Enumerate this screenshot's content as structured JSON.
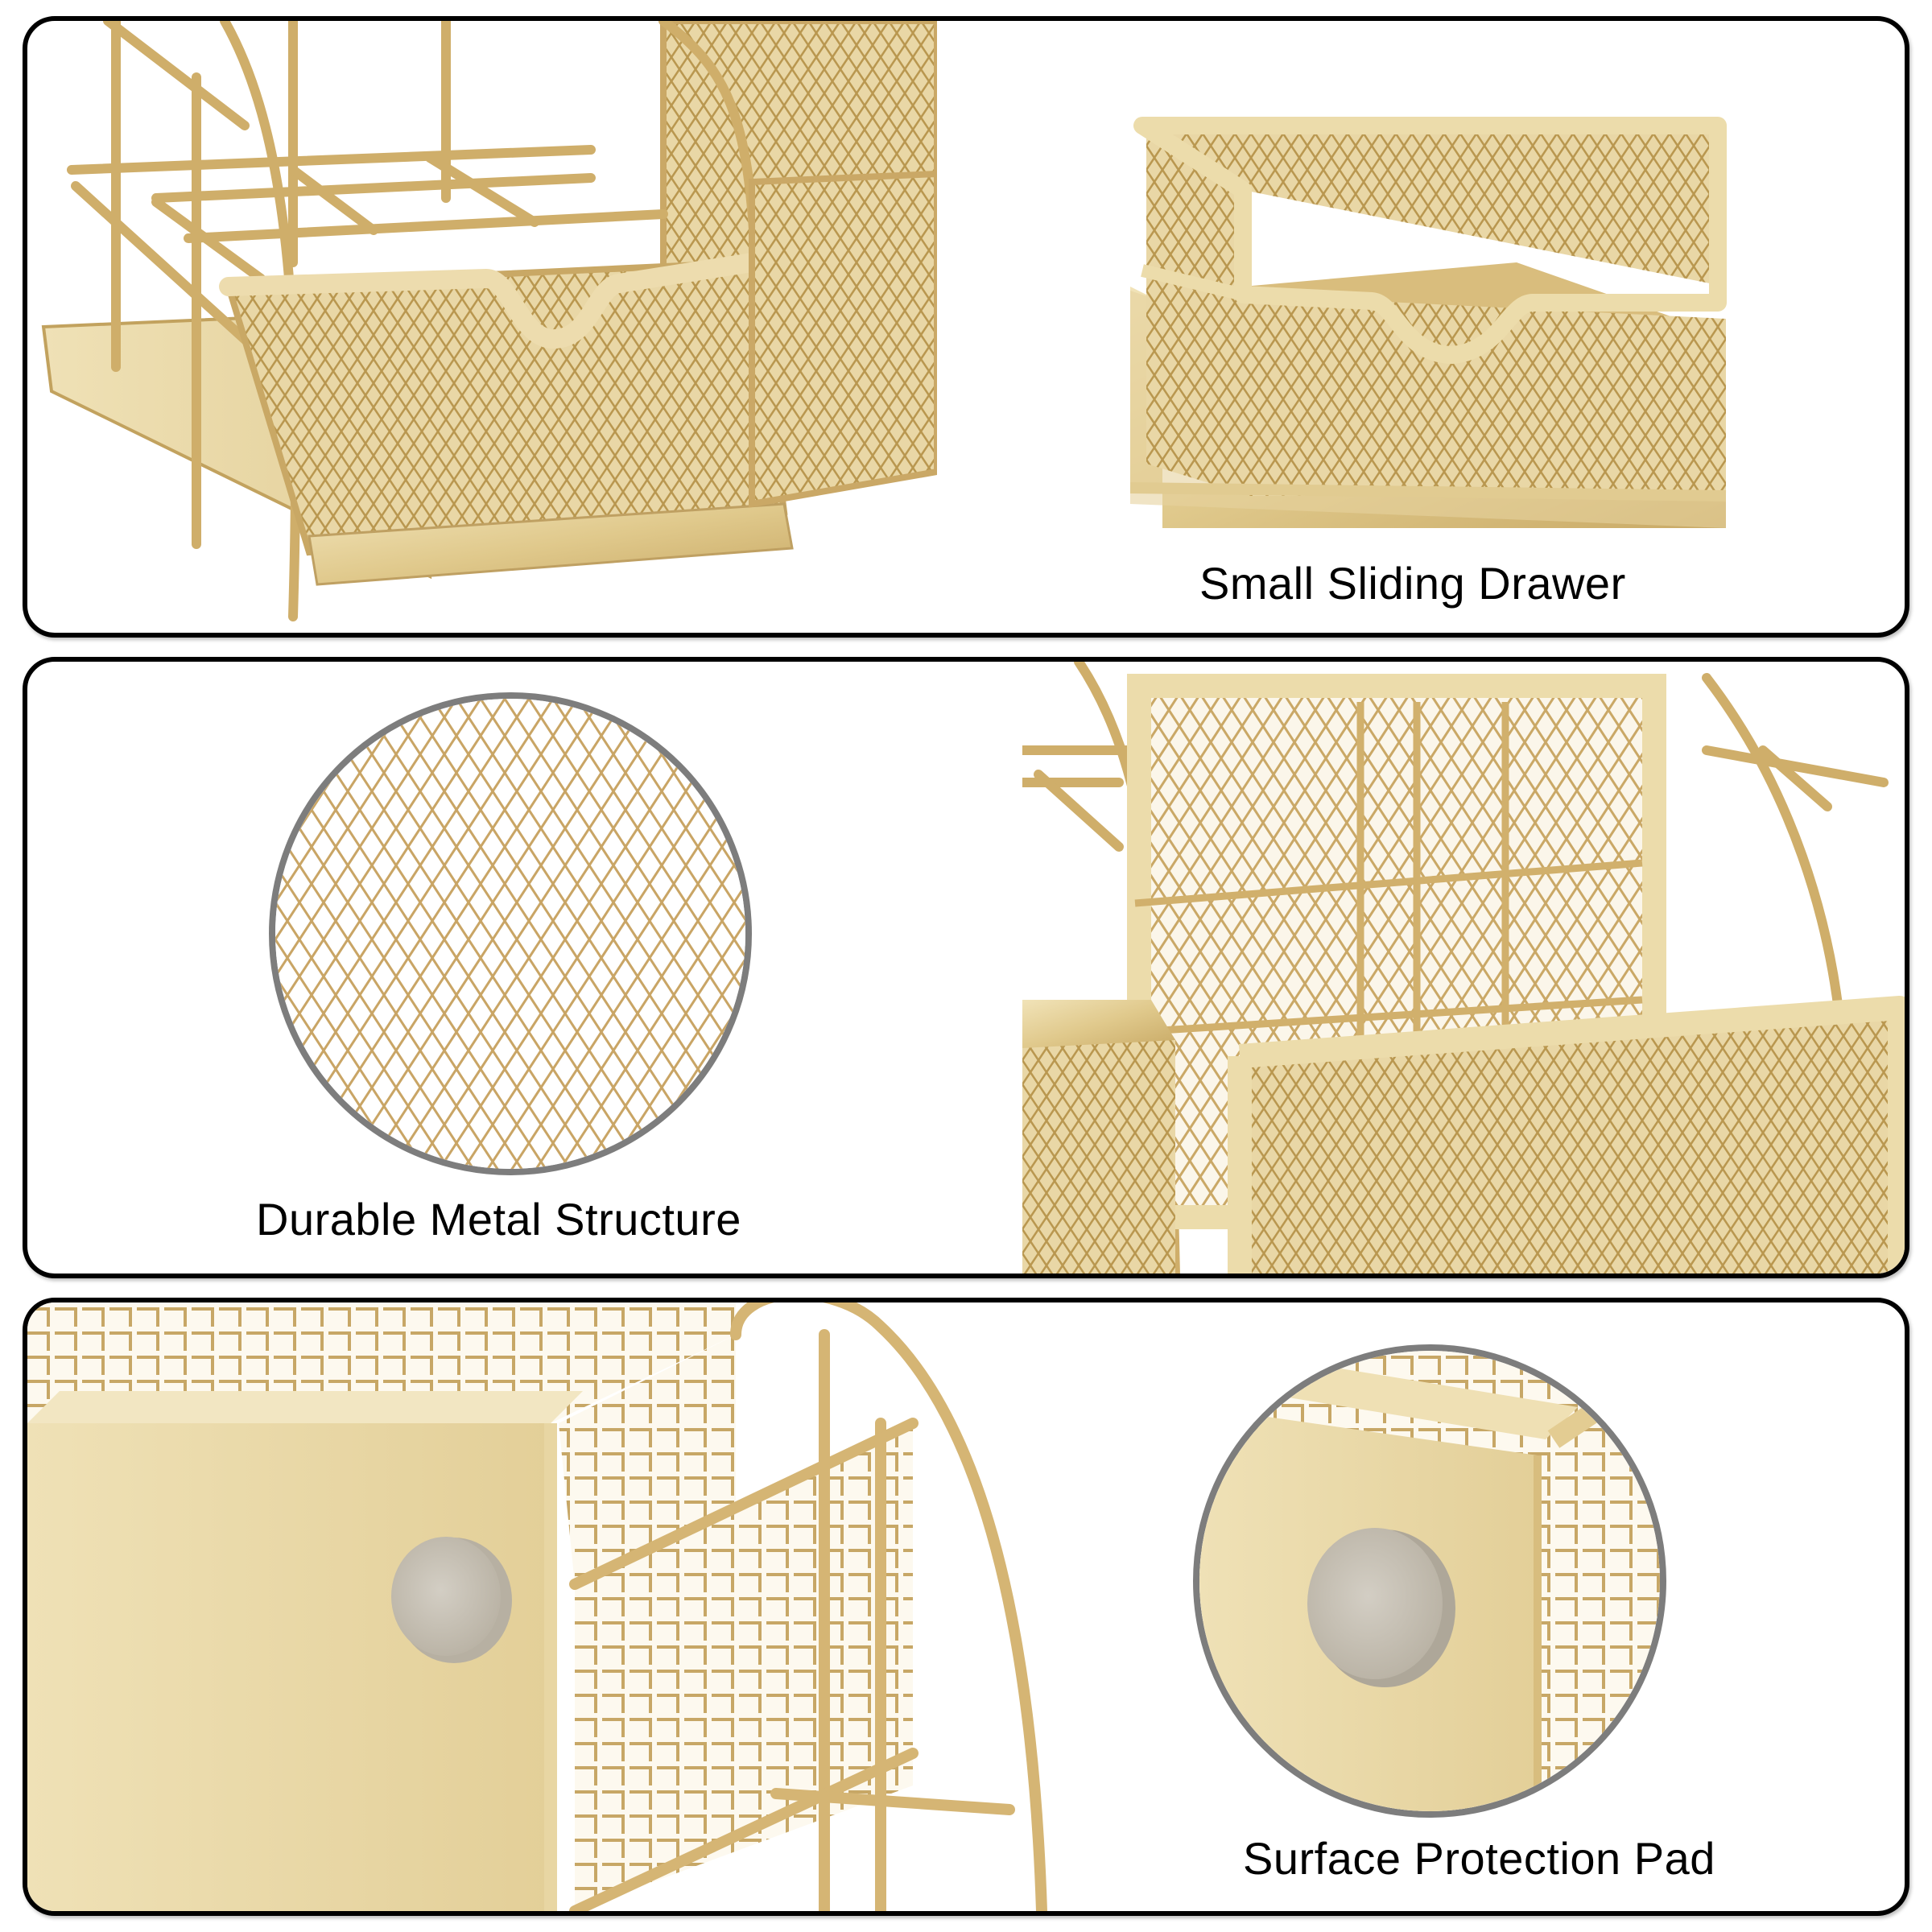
{
  "panels": [
    {
      "id": "small-sliding-drawer",
      "caption": "Small Sliding Drawer",
      "images": [
        "desk-organizer-with-drawer-pulled-out",
        "sliding-drawer-mesh-basket"
      ]
    },
    {
      "id": "durable-metal-structure",
      "caption": "Durable Metal Structure",
      "images": [
        "mesh-closeup-circle",
        "organizer-back-file-holder"
      ]
    },
    {
      "id": "surface-protection-pad",
      "caption": "Surface Protection Pad",
      "images": [
        "organizer-side-with-pad",
        "protection-pad-closeup-circle"
      ]
    }
  ],
  "colors": {
    "gold": "#d9bf7f",
    "gold_light": "#efe0b4",
    "gold_dark": "#b8964f",
    "panel_border": "#000000",
    "circle_border": "#7d7d7d",
    "pad_gray": "#c9c3b6"
  }
}
